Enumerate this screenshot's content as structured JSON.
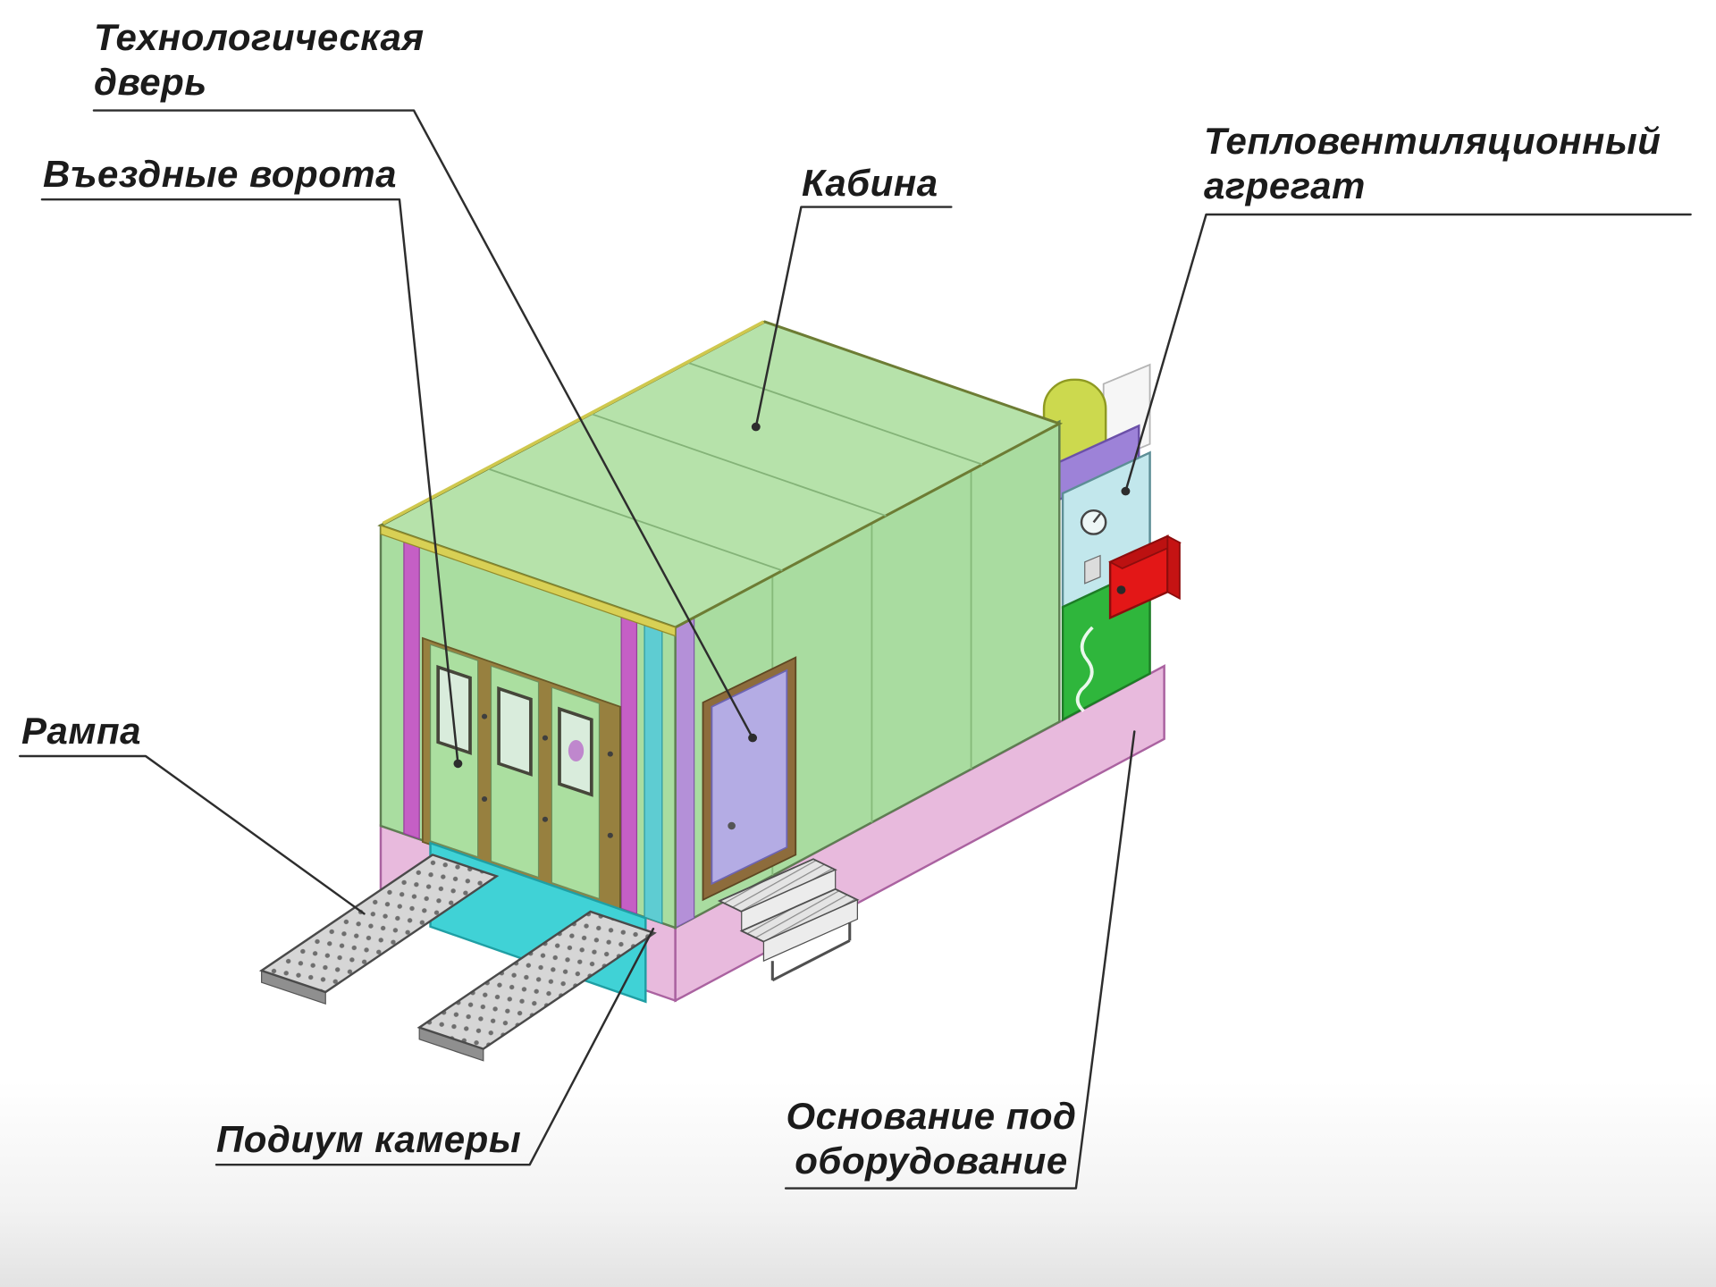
{
  "labels": {
    "tech_door_line1": "Технологическая",
    "tech_door_line2": "дверь",
    "entry_gates": "Въездные ворота",
    "cabin": "Кабина",
    "heat_unit_line1": "Тепловентиляционный",
    "heat_unit_line2": "агрегат",
    "ramp": "Рампа",
    "podium": "Подиум камеры",
    "base_line1": "Основание под",
    "base_line2": "оборудование"
  },
  "colors": {
    "booth_wall_green": "#a9dda0",
    "roof_green": "#b6e2aa",
    "podium_pink": "#e8badd",
    "ramp_cyan": "#40d2d6",
    "tech_door_lavender": "#b4ace4",
    "gate_frame_brown": "#97803f",
    "accent_magenta": "#c55fc5",
    "burner_red": "#e31717",
    "cabinet_green": "#2fb63c",
    "heat_panel_blue": "#c2e7ec",
    "exhaust_yellow_green": "#ccd94e",
    "callout_line": "#2d2d2d"
  }
}
